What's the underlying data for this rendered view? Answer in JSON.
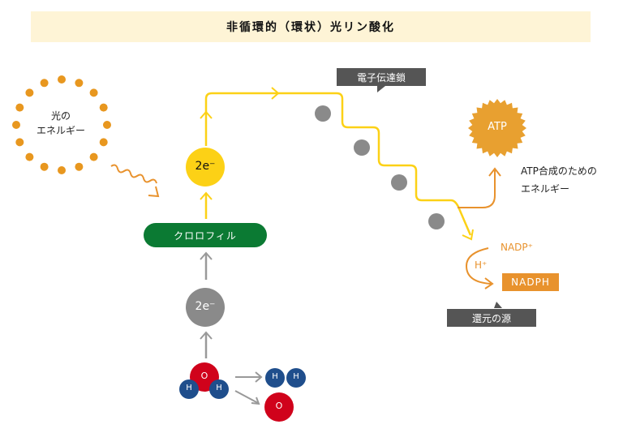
{
  "title": "非循環的（環状）光リン酸化",
  "light": {
    "label_line1": "光の",
    "label_line2": "エネルギー"
  },
  "chlorophyll": {
    "label": "クロロフィル"
  },
  "electron_excited": {
    "label": "2e⁻"
  },
  "electron_ground": {
    "label": "2e⁻"
  },
  "water": {
    "center": "O",
    "left": "H",
    "right": "H"
  },
  "products": {
    "h1": "H",
    "h2": "H",
    "o": "O"
  },
  "etc": {
    "label": "電子伝達鎖"
  },
  "atp": {
    "label": "ATP",
    "caption_line1": "ATP合成のための",
    "caption_line2": "エネルギー"
  },
  "nadp": {
    "nadp_plus": "NADP⁺",
    "h_plus": "H⁺",
    "nadph": "NADPH"
  },
  "reduction": {
    "label": "還元の源"
  },
  "colors": {
    "orange": "#e8922d",
    "yellow": "#fcd116",
    "green": "#0b7a33",
    "gray": "#8a8a8a",
    "red": "#d0021b",
    "blue": "#1f4e8c"
  }
}
